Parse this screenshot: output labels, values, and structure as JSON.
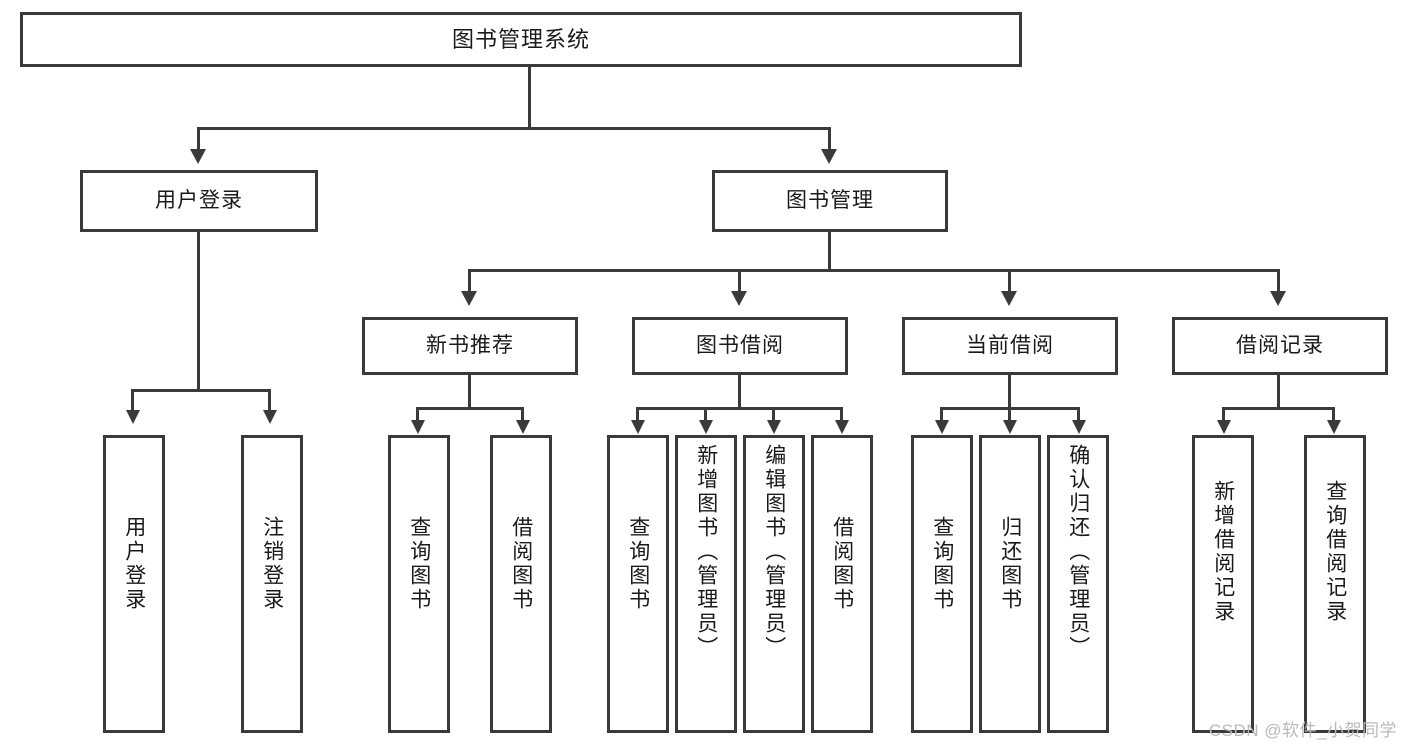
{
  "diagram": {
    "type": "hierarchy-tree",
    "title": "图书管理系统",
    "watermark": "CSDN @软件_小贺同学",
    "colors": {
      "stroke": "#3a3a3a",
      "fill": "#ffffff",
      "text": "#1a1a1a",
      "watermark": "#b9b9b9"
    },
    "levels": {
      "root": {
        "label": "图书管理系统"
      },
      "level2": [
        {
          "label": "用户登录"
        },
        {
          "label": "图书管理"
        }
      ],
      "level3": [
        {
          "label": "新书推荐"
        },
        {
          "label": "图书借阅"
        },
        {
          "label": "当前借阅"
        },
        {
          "label": "借阅记录"
        }
      ],
      "leaves": {
        "user_login": [
          {
            "label": "用户登录"
          },
          {
            "label": "注销登录"
          }
        ],
        "new_book_recommend": [
          {
            "label": "查询图书"
          },
          {
            "label": "借阅图书"
          }
        ],
        "book_borrow": [
          {
            "label": "查询图书"
          },
          {
            "label": "新增图书（管理员）"
          },
          {
            "label": "编辑图书（管理员）"
          },
          {
            "label": "借阅图书"
          }
        ],
        "current_borrow": [
          {
            "label": "查询图书"
          },
          {
            "label": "归还图书"
          },
          {
            "label": "确认归还（管理员）"
          }
        ],
        "borrow_record": [
          {
            "label": "新增借阅记录"
          },
          {
            "label": "查询借阅记录"
          }
        ]
      }
    }
  }
}
